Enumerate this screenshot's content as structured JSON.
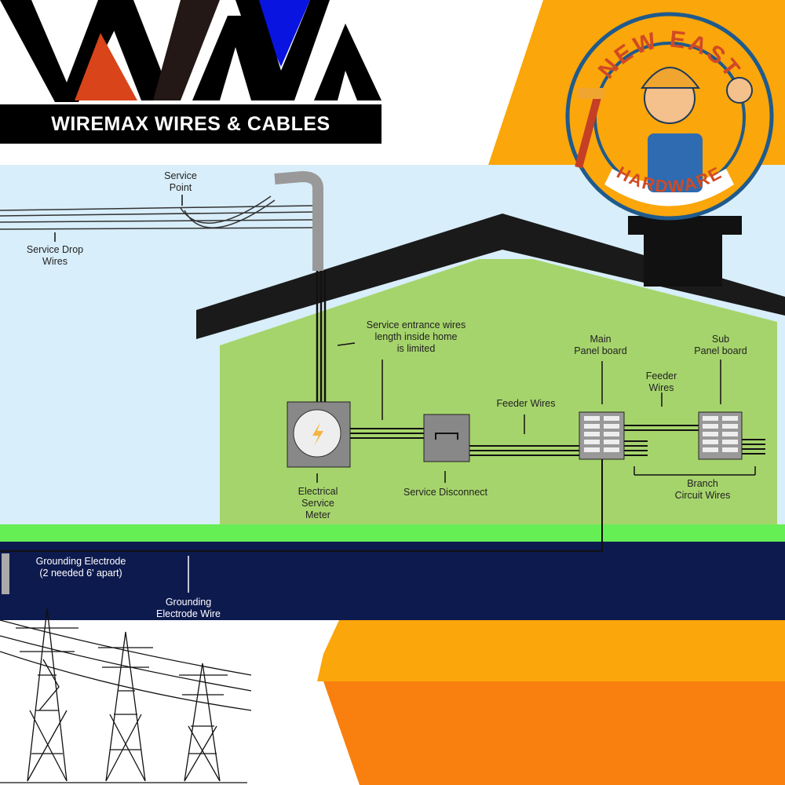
{
  "brand": {
    "name": "WIREMAX WIRES & CABLES"
  },
  "badge": {
    "top_text": "NEW EAST",
    "bottom_text": "HARDWARE"
  },
  "diagram": {
    "labels": {
      "service_point": "Service\nPoint",
      "service_drop_wires": "Service Drop\nWires",
      "service_entrance_wires": "Service entrance wires\nlength inside home\nis limited",
      "main_panel": "Main\nPanel board",
      "sub_panel": "Sub\nPanel board",
      "feeder_wires_1": "Feeder Wires",
      "feeder_wires_2": "Feeder\nWires",
      "meter": "Electrical\nService\nMeter",
      "service_disconnect": "Service Disconnect",
      "branch_circuit_wires": "Branch\nCircuit Wires",
      "grounding_electrode": "Grounding Electrode\n(2 needed 6' apart)",
      "grounding_electrode_wire": "Grounding\nElectrode Wire"
    }
  },
  "colors": {
    "orange": "#fba60a",
    "dark_orange": "#f9800f",
    "sky": "#d8eefa",
    "house": "#a6d46c",
    "grass": "#66ee55",
    "ground": "#0d1a4e"
  }
}
